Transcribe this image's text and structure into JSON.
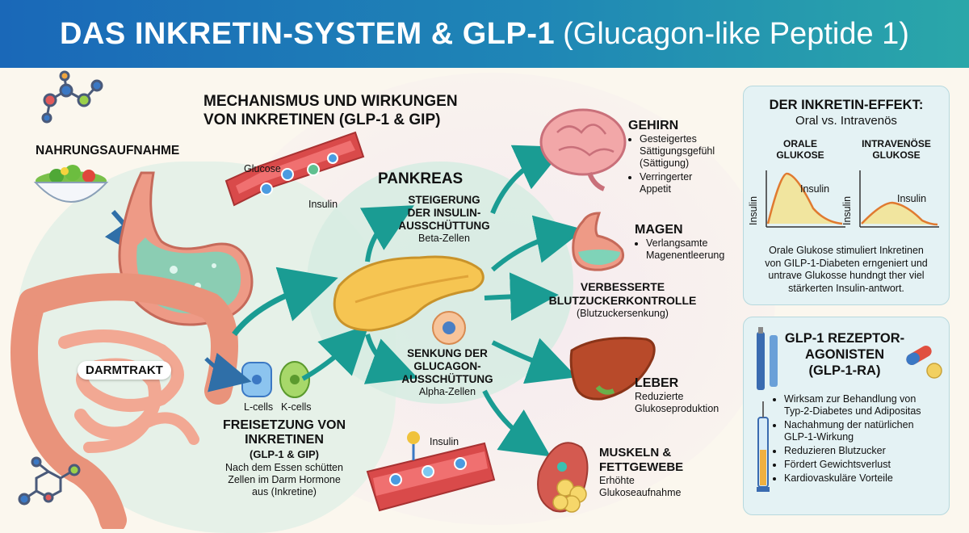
{
  "title": {
    "bold": "DAS INKRETIN-SYSTEM & GLP-1",
    "rest": "(Glucagon-like Peptide 1)"
  },
  "mechanism": {
    "line1": "MECHANISMUS UND WIRKUNGEN",
    "line2": "VON INKRETINEN (GLP-1 & GIP)"
  },
  "intake": "NAHRUNGSAUFNAHME",
  "gut": "DARMTRAKT",
  "vessel_top": {
    "glucose": "Glucose",
    "insulin": "Insulin"
  },
  "cells": {
    "l": "L-cells",
    "k": "K-cells"
  },
  "release": {
    "line1": "FREISETZUNG VON",
    "line2": "INKRETINEN",
    "line3": "(GLP-1 & GIP)",
    "desc1": "Nach dem Essen schütten",
    "desc2": "Zellen im Darm Hormone",
    "desc3": "aus (Inkretine)"
  },
  "pancreas": {
    "title": "PANKREAS",
    "up1": "STEIGERUNG",
    "up2": "DER INSULIN-",
    "up3": "AUSSCHÜTTUNG",
    "up_cells": "Beta-Zellen",
    "down1": "SENKUNG DER",
    "down2": "GLUCAGON-",
    "down3": "AUSSCHÜTTUNG",
    "down_cells": "Alpha-Zellen"
  },
  "vessel_bottom": {
    "insulin": "Insulin"
  },
  "brain": {
    "title": "GEHIRN",
    "b1a": "Gesteigertes",
    "b1b": "Sättigungsgefühl",
    "b1c": "(Sättigung)",
    "b2a": "Verringerter",
    "b2b": "Appetit"
  },
  "stomach": {
    "title": "MAGEN",
    "b1a": "Verlangsamte",
    "b1b": "Magenentleerung"
  },
  "bloodsugar": {
    "line1": "VERBESSERTE",
    "line2": "BLUTZUCKERKONTROLLE",
    "sub": "(Blutzuckersenkung)"
  },
  "liver": {
    "title": "LEBER",
    "d1": "Reduzierte",
    "d2": "Glukoseproduktion"
  },
  "muscle": {
    "title1": "MUSKELN &",
    "title2": "FETTGEWEBE",
    "d1": "Erhöhte",
    "d2": "Glukoseaufnahme"
  },
  "effect": {
    "title": "DER INKRETIN-EFFEKT:",
    "subtitle": "Oral vs. Intravenös",
    "oral1": "ORALE",
    "oral2": "GLUKOSE",
    "iv1": "INTRAVENÖSE",
    "iv2": "GLUKOSE",
    "axis": "Insulin",
    "curve": "Insulin",
    "d1": "Orale Glukose stimuliert Inkretinen",
    "d2": "von GILP-1-Diabeten erngeniert und",
    "d3": "untrave Glukosse hundngt ther viel",
    "d4": "stärkerten Insulin-antwort."
  },
  "agonists": {
    "line1": "GLP-1 REZEPTOR-",
    "line2": "AGONISTEN",
    "line3": "(GLP-1-RA)",
    "items": [
      "Wirksam zur Behandlung von",
      "Typ-2-Diabetes und Adipositas",
      "Nachahmung der natürlichen",
      "GLP-1-Wirkung",
      "Reduzieren Blutzucker",
      "Fördert Gewichtsverlust",
      "Kardiovaskuläre Vorteile"
    ]
  },
  "colors": {
    "header_start": "#1a68b8",
    "header_end": "#2aa7a9",
    "arrow": "#1a9c93",
    "panel": "#e4f2f4"
  }
}
